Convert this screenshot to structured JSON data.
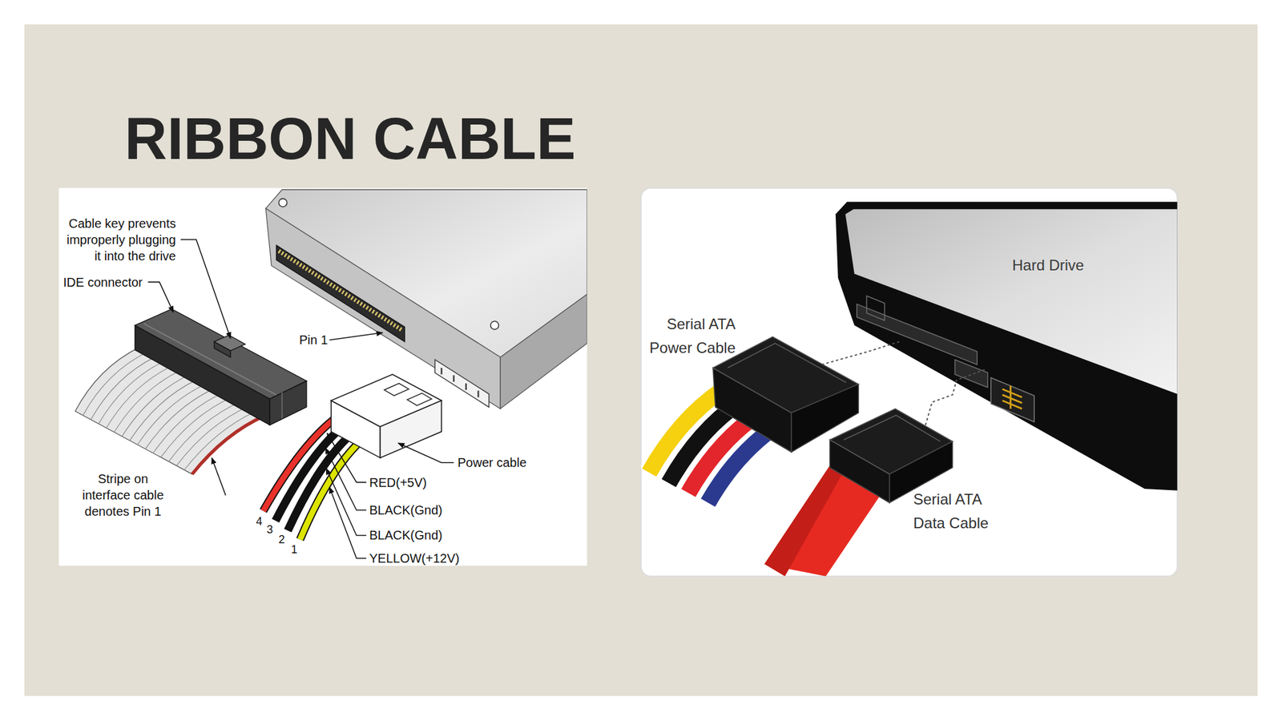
{
  "diagram": {
    "title": "RIBBON CABLE",
    "labels": [
      "Cable key prevents improperly plugging it into the drive",
      "IDE connector",
      "Pin 1",
      "Stripe on interface cable denotes Pin 1",
      "Power cable",
      "RED(+5V)",
      "BLACK(Gnd)",
      "BLACK(Gnd)",
      "YELLOW(+12V)",
      "4",
      "3",
      "2",
      "1",
      "Hard Drive",
      "Serial ATA Power Cable",
      "Serial ATA Data Cable"
    ]
  }
}
